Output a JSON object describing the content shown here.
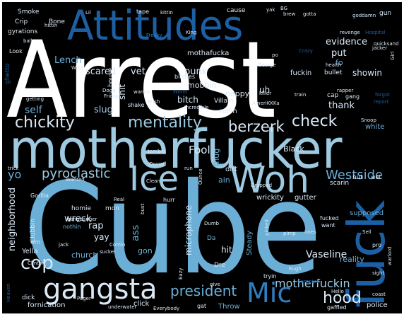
{
  "palette": {
    "background": "#000000",
    "frame": "#ffffff",
    "white": "#ffffff",
    "pale": "#dbe9f6",
    "light": "#9ecae1",
    "mid": "#6baed6",
    "blue": "#2f7fc0",
    "deep": "#1c5fa3"
  },
  "words": {
    "cube": "Cube",
    "arrest": "Arrest",
    "motherfucker": "motherfucker",
    "attitudes": "Attitudes",
    "fuck": "fuck",
    "woh": "Woh",
    "ice": "Ice",
    "gangsta": "gangsta",
    "mic": "Mic",
    "mentality": "mentality",
    "berzerk": "berzerk",
    "check": "check",
    "chickity": "chickity",
    "cop": "cop",
    "hood": "hood",
    "president": "president",
    "pyroclastic": "pyroclastic",
    "westside": "Westside",
    "motherfuckin": "motherfuckin",
    "fool": "Fool",
    "vaseline": "Vaseline",
    "evidence": "evidence",
    "lench": "Lench",
    "scared": "scared",
    "vet": "vet",
    "punk": "punk",
    "mothafucka": "mothafucka",
    "put": "put",
    "fo": "fo",
    "showin": "showin",
    "thank": "thank",
    "self": "self",
    "slug": "slug",
    "shit": "shit",
    "mobbin": "mobbin",
    "bitch": "bitch",
    "nappy": "nappy",
    "uh": "uh",
    "rollin": "rollin",
    "white": "white",
    "thug": "thug",
    "yo": "yo",
    "neighborhood": "neighborhood",
    "microphone": "microphone",
    "wreck": "wreck",
    "rap": "rap",
    "yay": "yay",
    "ass": "ass",
    "gon": "gon",
    "church": "church",
    "yella": "Yella",
    "hit": "hit",
    "dirt": "dirt",
    "ain": "ain",
    "black": "Black",
    "wrickity": "wrickity",
    "gutter": "gutter",
    "reality": "reality",
    "police": "police",
    "supposed": "supposed",
    "fornication": "fornication",
    "click": "click",
    "throw": "Throw",
    "dick": "dick",
    "homie": "homie",
    "mon": "mon",
    "clubbin": "Clubbin",
    "gorilla": "Gorilla",
    "smoke": "Smoke",
    "crip": "Crip",
    "gyrations": "gyrations",
    "bone": "Bone",
    "lil": "Lil",
    "tape": "tape",
    "cause": "cause",
    "yak": "yak",
    "gun": "gun",
    "bg": "BG",
    "brew": "brew",
    "gotta": "gotta",
    "goddamn": "goddamn",
    "hospital": "Hospital",
    "revenge": "revenge",
    "king": "King",
    "freaky": "Freaky",
    "hittin": "hittin",
    "ball": "ball",
    "look": "Look",
    "west": "West",
    "ghetto": "ghetto",
    "house": "house",
    "crazy": "Crazy",
    "po": "po",
    "george": "George",
    "health": "health",
    "jacker": "jacker",
    "girl": "Girl",
    "fuckin": "fuckin",
    "bullet": "bullet",
    "rapper": "rapper",
    "cap": "cap",
    "gang": "gang",
    "report": "report",
    "forgot": "forgot",
    "killer": "killer",
    "train": "train",
    "villain": "Villain",
    "incredible": "Incredible",
    "bitches": "bitches",
    "wanna": "wanna",
    "dogg": "Dogg",
    "friday": "Friday",
    "getting": "getting",
    "shake": "shake",
    "bush": "Bush",
    "worm": "Worm",
    "snoop": "Snoop",
    "quicksand": "quicksand",
    "amerikkka": "AmeriKKKa",
    "ren": "Ren",
    "owned": "Owned",
    "terrible": "terrible",
    "clean": "Clean",
    "run": "run",
    "dropped": "Dropped",
    "scarin": "scarin",
    "nut": "nut",
    "wet": "wet",
    "trick": "trick",
    "wanted": "Wanted",
    "real": "Real",
    "hurr": "hurr",
    "ounce": "Ounce",
    "gangbanger": "gangbanger",
    "nothin": "nothin",
    "bust": "bust",
    "pimp": "pimp",
    "fucked": "fucked",
    "want": "want",
    "sell": "Sell",
    "comin": "Comin",
    "sucker": "sucker",
    "jack": "jack",
    "clinton": "Clinton",
    "em": "em",
    "da": "Da",
    "dumb": "Dumb",
    "steady": "Steady",
    "picked": "picked",
    "hoes": "hoes",
    "compton": "Compton",
    "pro": "pro",
    "warlord": "warlord",
    "dre": "Dre",
    "eazy": "Eazy",
    "eugh": "Eugh",
    "tryin": "tryin",
    "sight": "sight",
    "heaven": "Heaven",
    "pager": "Pager",
    "underwater": "underwater",
    "everybody": "Everybody",
    "gat": "gat",
    "hello": "Hello",
    "gaffled": "gaffled",
    "coast": "coast",
    "give": "give",
    "kittin": "kittin"
  }
}
